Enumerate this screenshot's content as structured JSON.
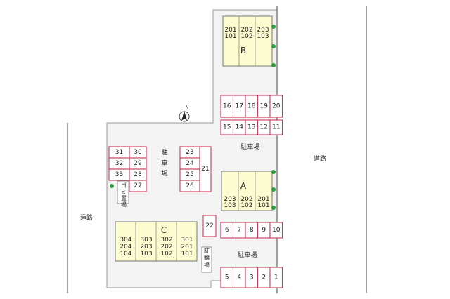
{
  "map": {
    "north": "N",
    "road_left": "道路",
    "road_right": "道路",
    "parking_upper": "駐車場",
    "parking_lower": "駐車場",
    "parking_side": "駐車場",
    "garbage": "ゴミ置場",
    "bike": "駐輪場"
  },
  "buildings": {
    "a": {
      "label": "A",
      "units": [
        [
          "203",
          "103"
        ],
        [
          "202",
          "102"
        ],
        [
          "201",
          "101"
        ]
      ]
    },
    "b": {
      "label": "B",
      "units": [
        [
          "201",
          "101"
        ],
        [
          "202",
          "102"
        ],
        [
          "203",
          "103"
        ]
      ]
    },
    "c": {
      "label": "C",
      "units": [
        [
          "304",
          "204",
          "104"
        ],
        [
          "303",
          "203",
          "103"
        ],
        [
          "302",
          "202",
          "102"
        ],
        [
          "301",
          "201",
          "101"
        ]
      ]
    }
  },
  "stalls": {
    "top_row": [
      "16",
      "17",
      "18",
      "19",
      "20"
    ],
    "second_row": [
      "15",
      "14",
      "13",
      "12",
      "11"
    ],
    "middle_row": [
      "6",
      "7",
      "8",
      "9",
      "10"
    ],
    "bottom_row": [
      "5",
      "4",
      "3",
      "2",
      "1"
    ],
    "left_col_a": [
      "31",
      "32",
      "33"
    ],
    "left_col_b": [
      "30",
      "29",
      "28",
      "27"
    ],
    "center_col": [
      "23",
      "24",
      "25",
      "26"
    ],
    "single_21": "21",
    "single_22": "22"
  }
}
